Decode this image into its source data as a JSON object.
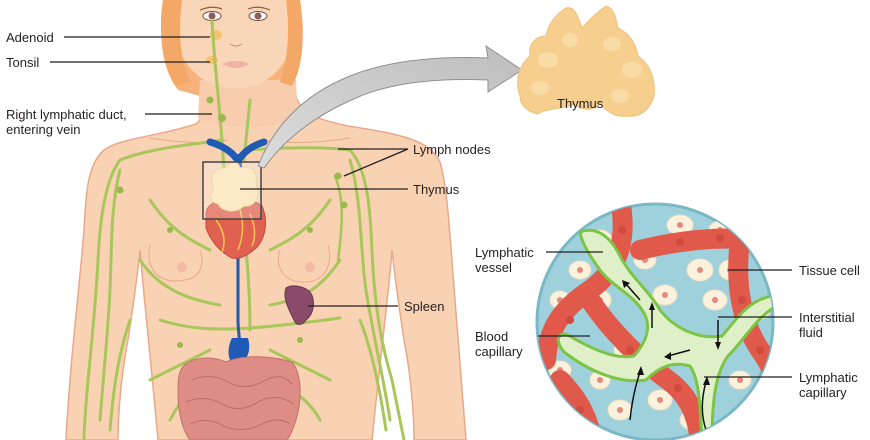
{
  "title": "Lymphatic system",
  "labels": {
    "adenoid": "Adenoid",
    "tonsil": "Tonsil",
    "right_lymphatic_duct": "Right lymphatic duct,\nentering vein",
    "lymph_nodes": "Lymph nodes",
    "thymus": "Thymus",
    "thymus_detail": "Thymus",
    "spleen": "Spleen",
    "lymphatic_vessel": "Lymphatic\nvessel",
    "blood_capillary": "Blood\ncapillary",
    "tissue_cell": "Tissue cell",
    "interstitial_fluid": "Interstitial\nfluid",
    "lymphatic_capillary": "Lymphatic\ncapillary"
  },
  "colors": {
    "skin": "#f9d2b4",
    "skin_outline": "#e8a98a",
    "hair": "#f6b27a",
    "lymph_green": "#a9c65a",
    "lymph_fill": "#dff0c8",
    "lymph_edge": "#7cc443",
    "vein_blue": "#1f5bb5",
    "heart_red": "#e0614f",
    "spleen_purple": "#8a4a6a",
    "intestine": "#dd8d86",
    "thymus_tan": "#f6cf8f",
    "fluid_blue": "#9fd1dc",
    "capillary_red": "#e0594b",
    "cell_cream": "#fbf1dc",
    "leader_line": "#231f20",
    "arrow_gray": "#c9c9c9"
  }
}
